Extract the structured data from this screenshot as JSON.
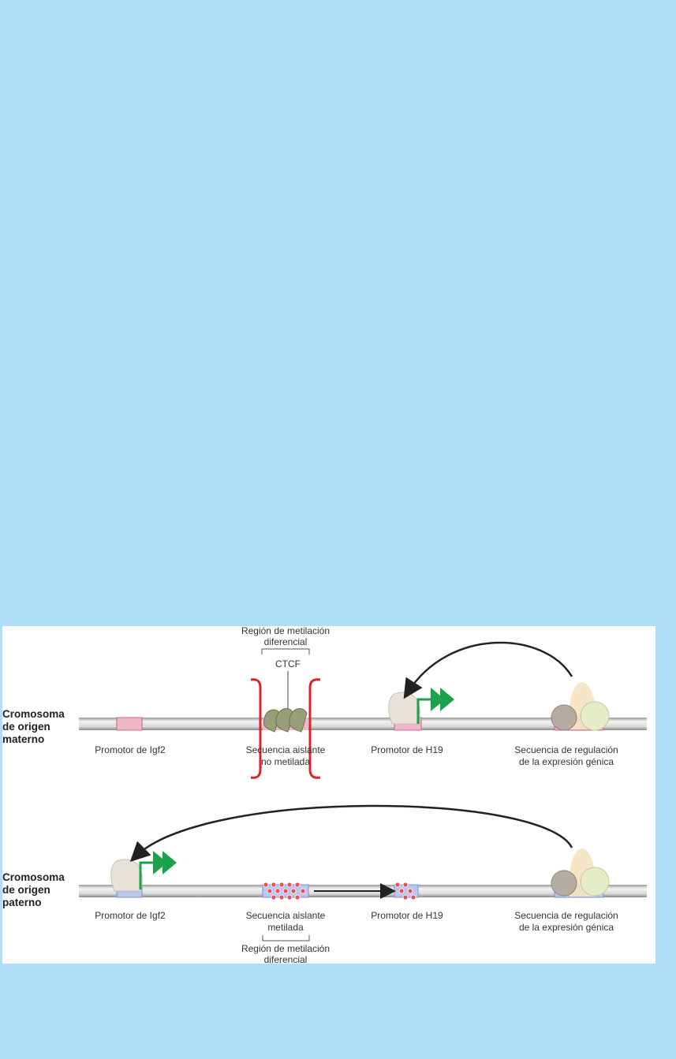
{
  "maternal": {
    "chromosome_label": [
      "Cromosoma",
      "de origen",
      "materno"
    ],
    "dmr_label": [
      "Región de metilación",
      "diferencial"
    ],
    "ctcf_label": "CTCF",
    "igf2_promoter": "Promotor de Igf2",
    "insulator": [
      "Secuencia aislante",
      "no metilada"
    ],
    "h19_promoter": "Promotor de H19",
    "enhancer": [
      "Secuencia de regulación",
      "de la expresión génica"
    ]
  },
  "paternal": {
    "chromosome_label": [
      "Cromosoma",
      "de origen",
      "paterno"
    ],
    "igf2_promoter": "Promotor de Igf2",
    "insulator": [
      "Secuencia aislante",
      "metilada"
    ],
    "h19_promoter": "Promotor de H19",
    "enhancer": [
      "Secuencia de regulación",
      "de la expresión génica"
    ],
    "dmr_label": [
      "Región de metilación",
      "diferencial"
    ]
  },
  "colors": {
    "background": "#aedff6",
    "unmethylated": "#e8a0b4",
    "methylated": "#9fb3e6",
    "methyl_dot": "#e8505a",
    "active_arrow": "#1aa34a",
    "bracket": "#d9232e"
  }
}
